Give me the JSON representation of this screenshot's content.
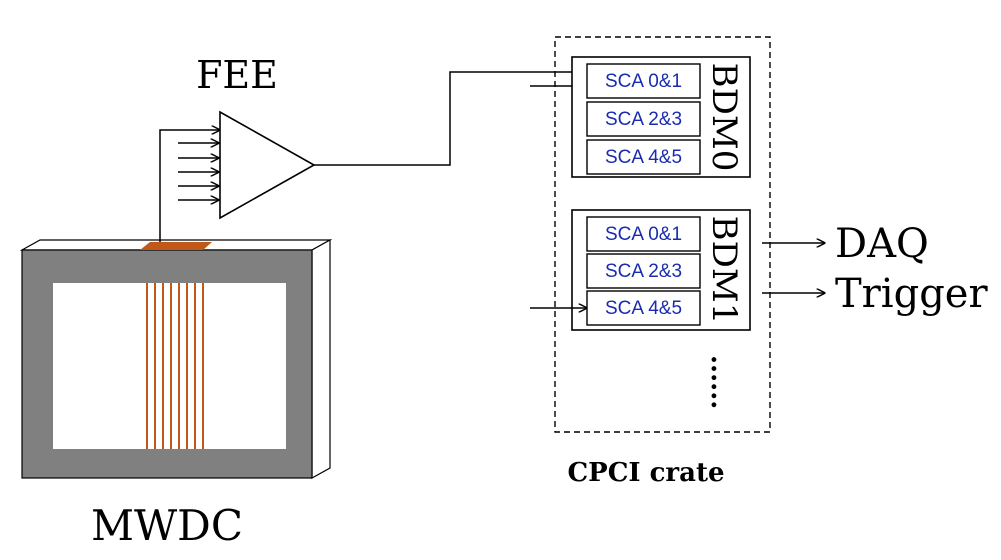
{
  "labels": {
    "fee": "FEE",
    "mwdc": "MWDC",
    "crate": "CPCI crate",
    "daq": "DAQ",
    "trigger": "Trigger",
    "ellipsis": "......"
  },
  "boards": [
    {
      "name": "BDM0",
      "scas": [
        "SCA 0&1",
        "SCA 2&3",
        "SCA 4&5"
      ]
    },
    {
      "name": "BDM1",
      "scas": [
        "SCA 0&1",
        "SCA 2&3",
        "SCA 4&5"
      ]
    }
  ],
  "colors": {
    "sca_text": "#1a2bb0",
    "chamber_frame": "#808080",
    "wires": "#c0581a",
    "line": "#000000"
  }
}
